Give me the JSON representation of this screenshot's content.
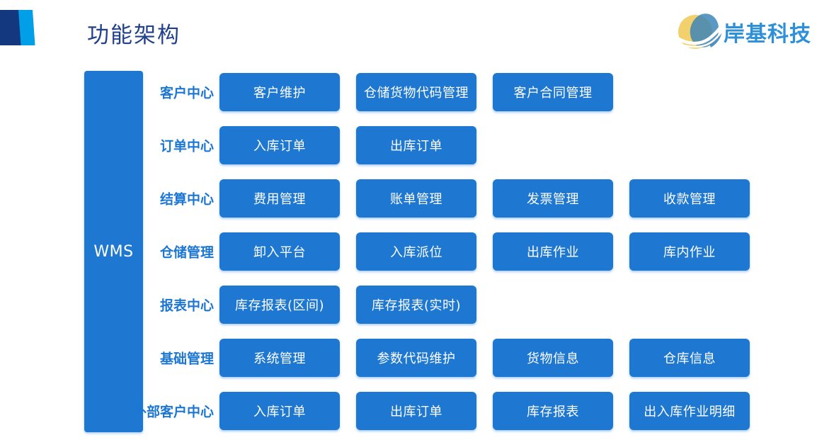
{
  "title": "功能架构",
  "logo": {
    "text": "岸基科技"
  },
  "root": {
    "label": "WMS"
  },
  "colors": {
    "box_blue": "#1E78D2",
    "category_label_blue": "#1C77D4",
    "title_navy": "#21418C",
    "decoration_dark": "#14387F",
    "decoration_light": "#009FE8",
    "logo_text_blue": "#2E90D8",
    "logo_yellow": "#F2D06B",
    "logo_blue": "#3E86B8"
  },
  "rows": [
    {
      "label": "客户中心",
      "boxes": [
        "客户维护",
        "仓储货物代码管理",
        "客户合同管理"
      ]
    },
    {
      "label": "订单中心",
      "boxes": [
        "入库订单",
        "出库订单"
      ]
    },
    {
      "label": "结算中心",
      "boxes": [
        "费用管理",
        "账单管理",
        "发票管理",
        "收款管理"
      ]
    },
    {
      "label": "仓储管理",
      "boxes": [
        "卸入平台",
        "入库派位",
        "出库作业",
        "库内作业"
      ]
    },
    {
      "label": "报表中心",
      "boxes": [
        "库存报表(区间)",
        "库存报表(实时)"
      ]
    },
    {
      "label": "基础管理",
      "boxes": [
        "系统管理",
        "参数代码维护",
        "货物信息",
        "仓库信息"
      ]
    },
    {
      "label": "外部客户中心",
      "boxes": [
        "入库订单",
        "出库订单",
        "库存报表",
        "出入库作业明细"
      ]
    }
  ]
}
